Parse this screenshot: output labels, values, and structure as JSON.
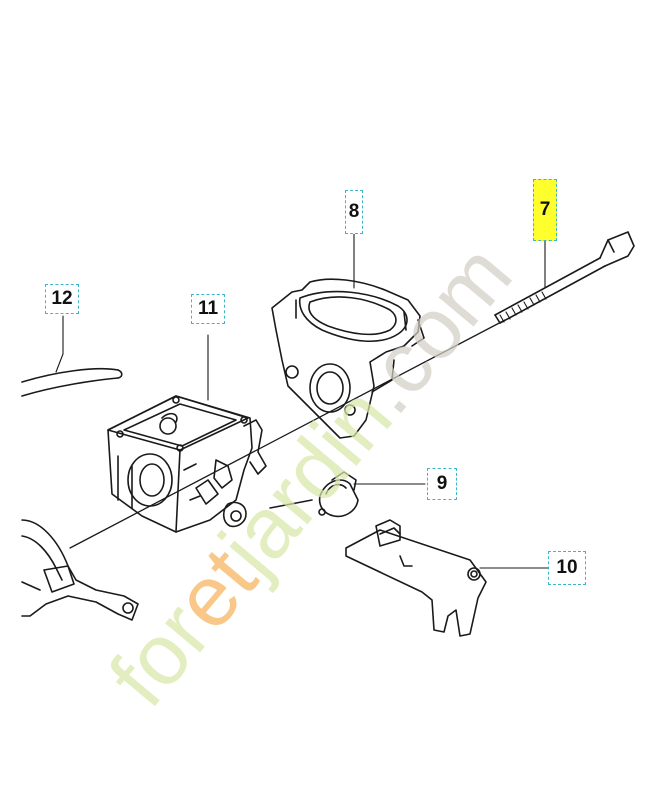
{
  "diagram": {
    "callouts": [
      {
        "id": "12",
        "label": "12",
        "highlighted": false
      },
      {
        "id": "11",
        "label": "11",
        "highlighted": false
      },
      {
        "id": "8",
        "label": "8",
        "highlighted": false
      },
      {
        "id": "7",
        "label": "7",
        "highlighted": true
      },
      {
        "id": "9",
        "label": "9",
        "highlighted": false
      },
      {
        "id": "10",
        "label": "10",
        "highlighted": false
      }
    ],
    "highlight_color": "#ffff2e",
    "callout_border_color": "#3fb7c9"
  },
  "watermark": {
    "text": "foretjardin.com",
    "color_green": "#d7e6a8",
    "color_orange": "#f7b25a",
    "color_gray": "#d2cfc6"
  }
}
